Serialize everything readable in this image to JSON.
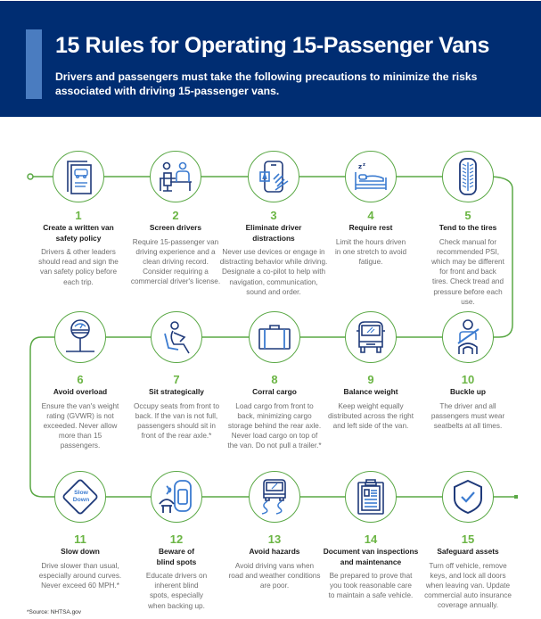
{
  "header": {
    "title": "15 Rules for Operating 15-Passenger Vans",
    "subtitle": "Drivers and passengers must take the following precautions to minimize the risks associated with driving 15-passenger vans."
  },
  "colors": {
    "header_bg": "#002d72",
    "accent_bar": "#4a7cc0",
    "line_green": "#5aa845",
    "number_green": "#6bb544",
    "icon_navy": "#1f3a7a",
    "icon_blue": "#3b7bd0"
  },
  "steps": [
    {
      "number": "1",
      "title": "Create a written van safety policy",
      "description": "Drivers & other leaders should read and sign the van safety policy before each trip.",
      "icon": "document-van-icon"
    },
    {
      "number": "2",
      "title": "Screen drivers",
      "description": "Require 15-passenger van driving experience and a clean driving record. Consider requiring a commercial driver's license.",
      "icon": "interview-icon"
    },
    {
      "number": "3",
      "title": "Eliminate driver distractions",
      "description": "Never use devices or engage in distracting behavior while driving. Designate a co-pilot to help with navigation, communication, sound and order.",
      "icon": "phone-hand-icon"
    },
    {
      "number": "4",
      "title": "Require rest",
      "description": "Limit the hours driven in one stretch to avoid fatigue.",
      "icon": "bed-sleep-icon"
    },
    {
      "number": "5",
      "title": "Tend to the tires",
      "description": "Check manual for recommended PSI, which may be different for front and back tires. Check tread and pressure before each use.",
      "icon": "tire-icon"
    },
    {
      "number": "6",
      "title": "Avoid overload",
      "description": "Ensure the van's weight rating (GVWR) is not exceeded. Never allow more than 15 passengers.",
      "icon": "scale-icon"
    },
    {
      "number": "7",
      "title": "Sit strategically",
      "description": "Occupy seats from front to back. If the van is not full, passengers should sit in front of the rear axle.*",
      "icon": "seated-person-icon"
    },
    {
      "number": "8",
      "title": "Corral cargo",
      "description": "Load cargo from front to back, minimizing cargo storage behind the rear axle. Never load cargo on top of the van. Do not pull a trailer.*",
      "icon": "suitcase-icon"
    },
    {
      "number": "9",
      "title": "Balance weight",
      "description": "Keep weight equally distributed across the right and left side of the van.",
      "icon": "van-front-icon"
    },
    {
      "number": "10",
      "title": "Buckle up",
      "description": "The driver and all passengers must wear seatbelts at all times.",
      "icon": "seatbelt-icon"
    },
    {
      "number": "11",
      "title": "Slow down",
      "description": "Drive slower than usual, especially around curves. Never exceed 60 MPH.*",
      "icon": "slow-down-sign-icon",
      "icon_text": "Slow Down"
    },
    {
      "number": "12",
      "title": "Beware of blind spots",
      "description": "Educate drivers on inherent blind spots, especially when backing up.",
      "icon": "blind-spot-icon"
    },
    {
      "number": "13",
      "title": "Avoid hazards",
      "description": "Avoid driving vans when road and weather conditions are poor.",
      "icon": "van-skid-icon"
    },
    {
      "number": "14",
      "title": "Document van inspections and maintenance",
      "description": "Be prepared to prove that you took reasonable care to maintain a safe vehicle.",
      "icon": "clipboard-icon"
    },
    {
      "number": "15",
      "title": "Safeguard assets",
      "description": "Turn off vehicle, remove keys, and lock all doors when leaving van. Update commercial auto insurance coverage annually.",
      "icon": "shield-check-icon"
    }
  ],
  "footer": {
    "source": "*Source: NHTSA.gov"
  }
}
